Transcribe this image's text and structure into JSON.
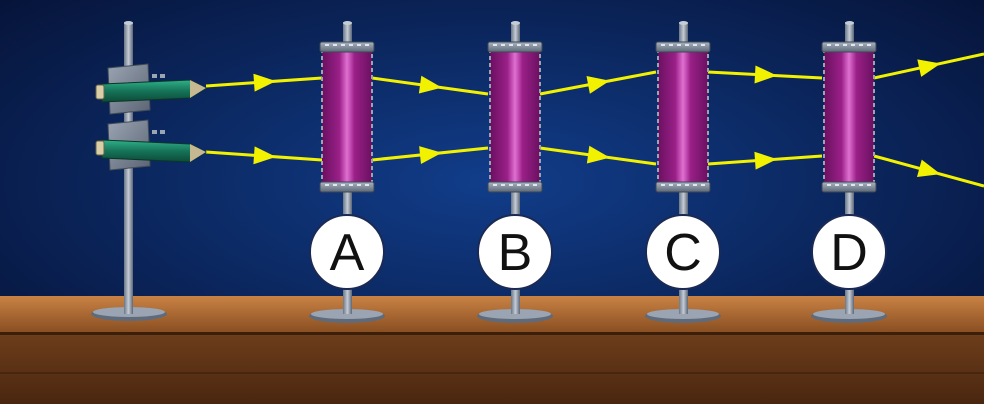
{
  "labels": [
    "A",
    "B",
    "C",
    "D"
  ],
  "beams": {
    "count": 2,
    "direction": "left-to-right"
  },
  "colors": {
    "background_center": "#0f3f8c",
    "background_edge": "#050f30",
    "table_top": "#b8733a",
    "table_front": "#6b3c1a",
    "beam": "#f2f200",
    "block_body": "#8a1a78",
    "block_highlight": "#d45ac8",
    "block_cap": "#8a96a8",
    "launcher_body": "#1f8a6a",
    "label_fill": "#ffffff",
    "label_text": "#111111"
  },
  "icons": [
    "launcher-icon",
    "arrow-icon",
    "stand-icon"
  ]
}
